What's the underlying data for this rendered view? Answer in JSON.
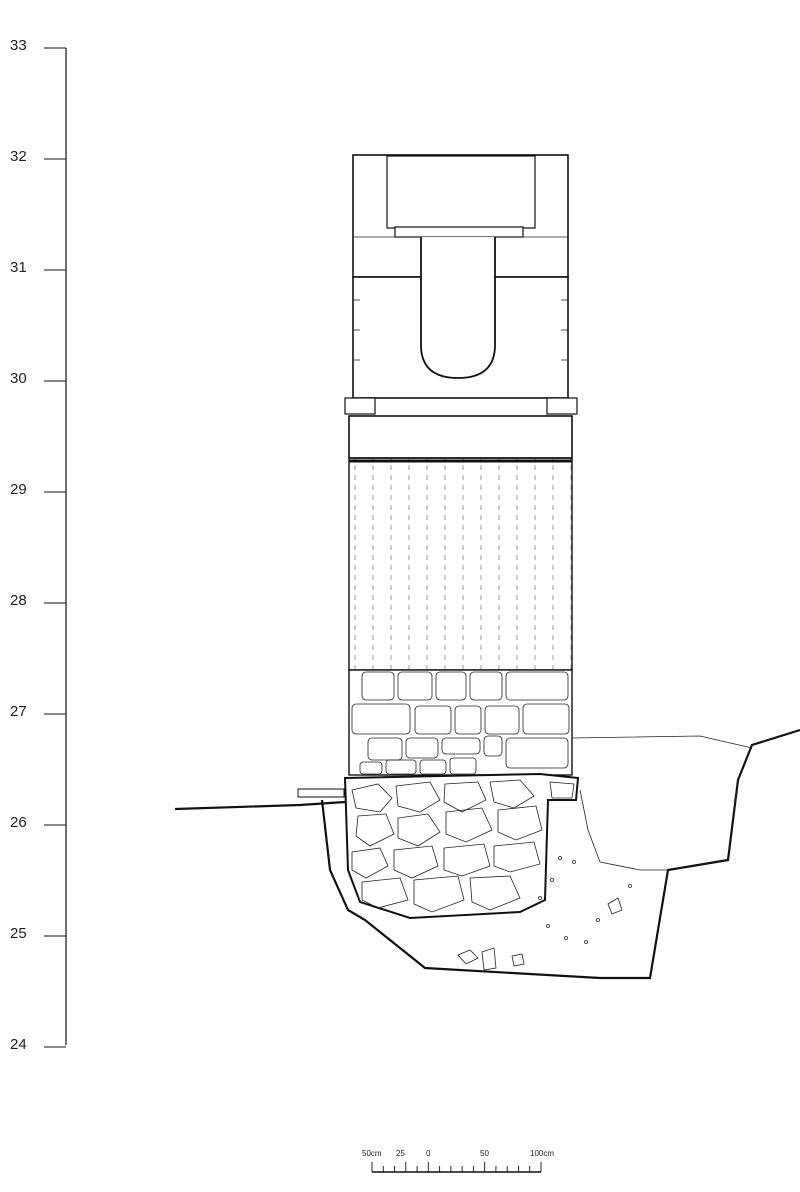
{
  "elevation_scale": {
    "labels": [
      "33",
      "32",
      "31",
      "30",
      "29",
      "28",
      "27",
      "26",
      "25",
      "24"
    ]
  },
  "scale_bar": {
    "labels": [
      "50cm",
      "25",
      "0",
      "50",
      "100cm"
    ]
  },
  "colors": {
    "ink": "#111111",
    "paper": "#ffffff"
  }
}
